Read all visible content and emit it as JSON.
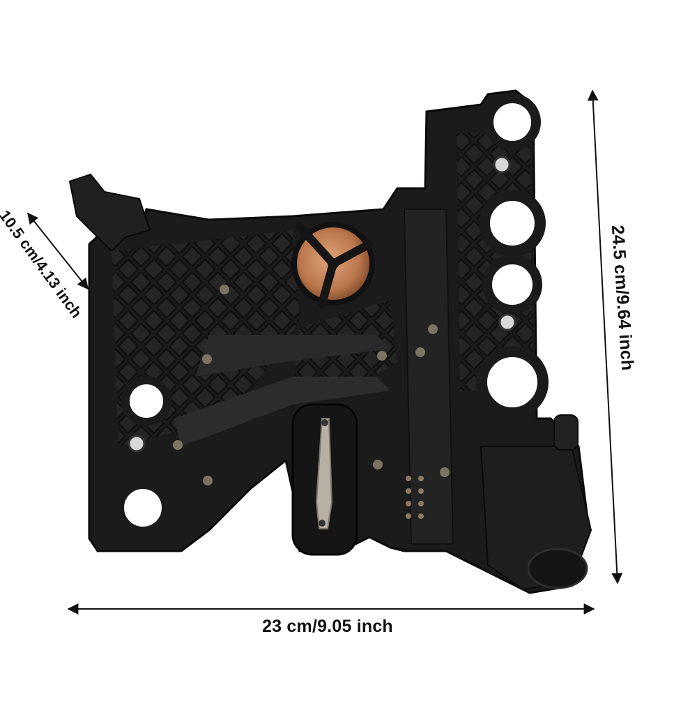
{
  "product": {
    "subject": "transmission-conductor-plate",
    "colors": {
      "background": "#ffffff",
      "plastic": "#1b1b1b",
      "plastic_highlight": "#3a3a3a",
      "copper": "#c9865a",
      "metal": "#b9b0a4"
    }
  },
  "dimensions": {
    "width_label": "23 cm/9.05 inch",
    "height_label": "24.5 cm/9.64 inch",
    "depth_label": "10.5 cm/4.13 inch"
  }
}
